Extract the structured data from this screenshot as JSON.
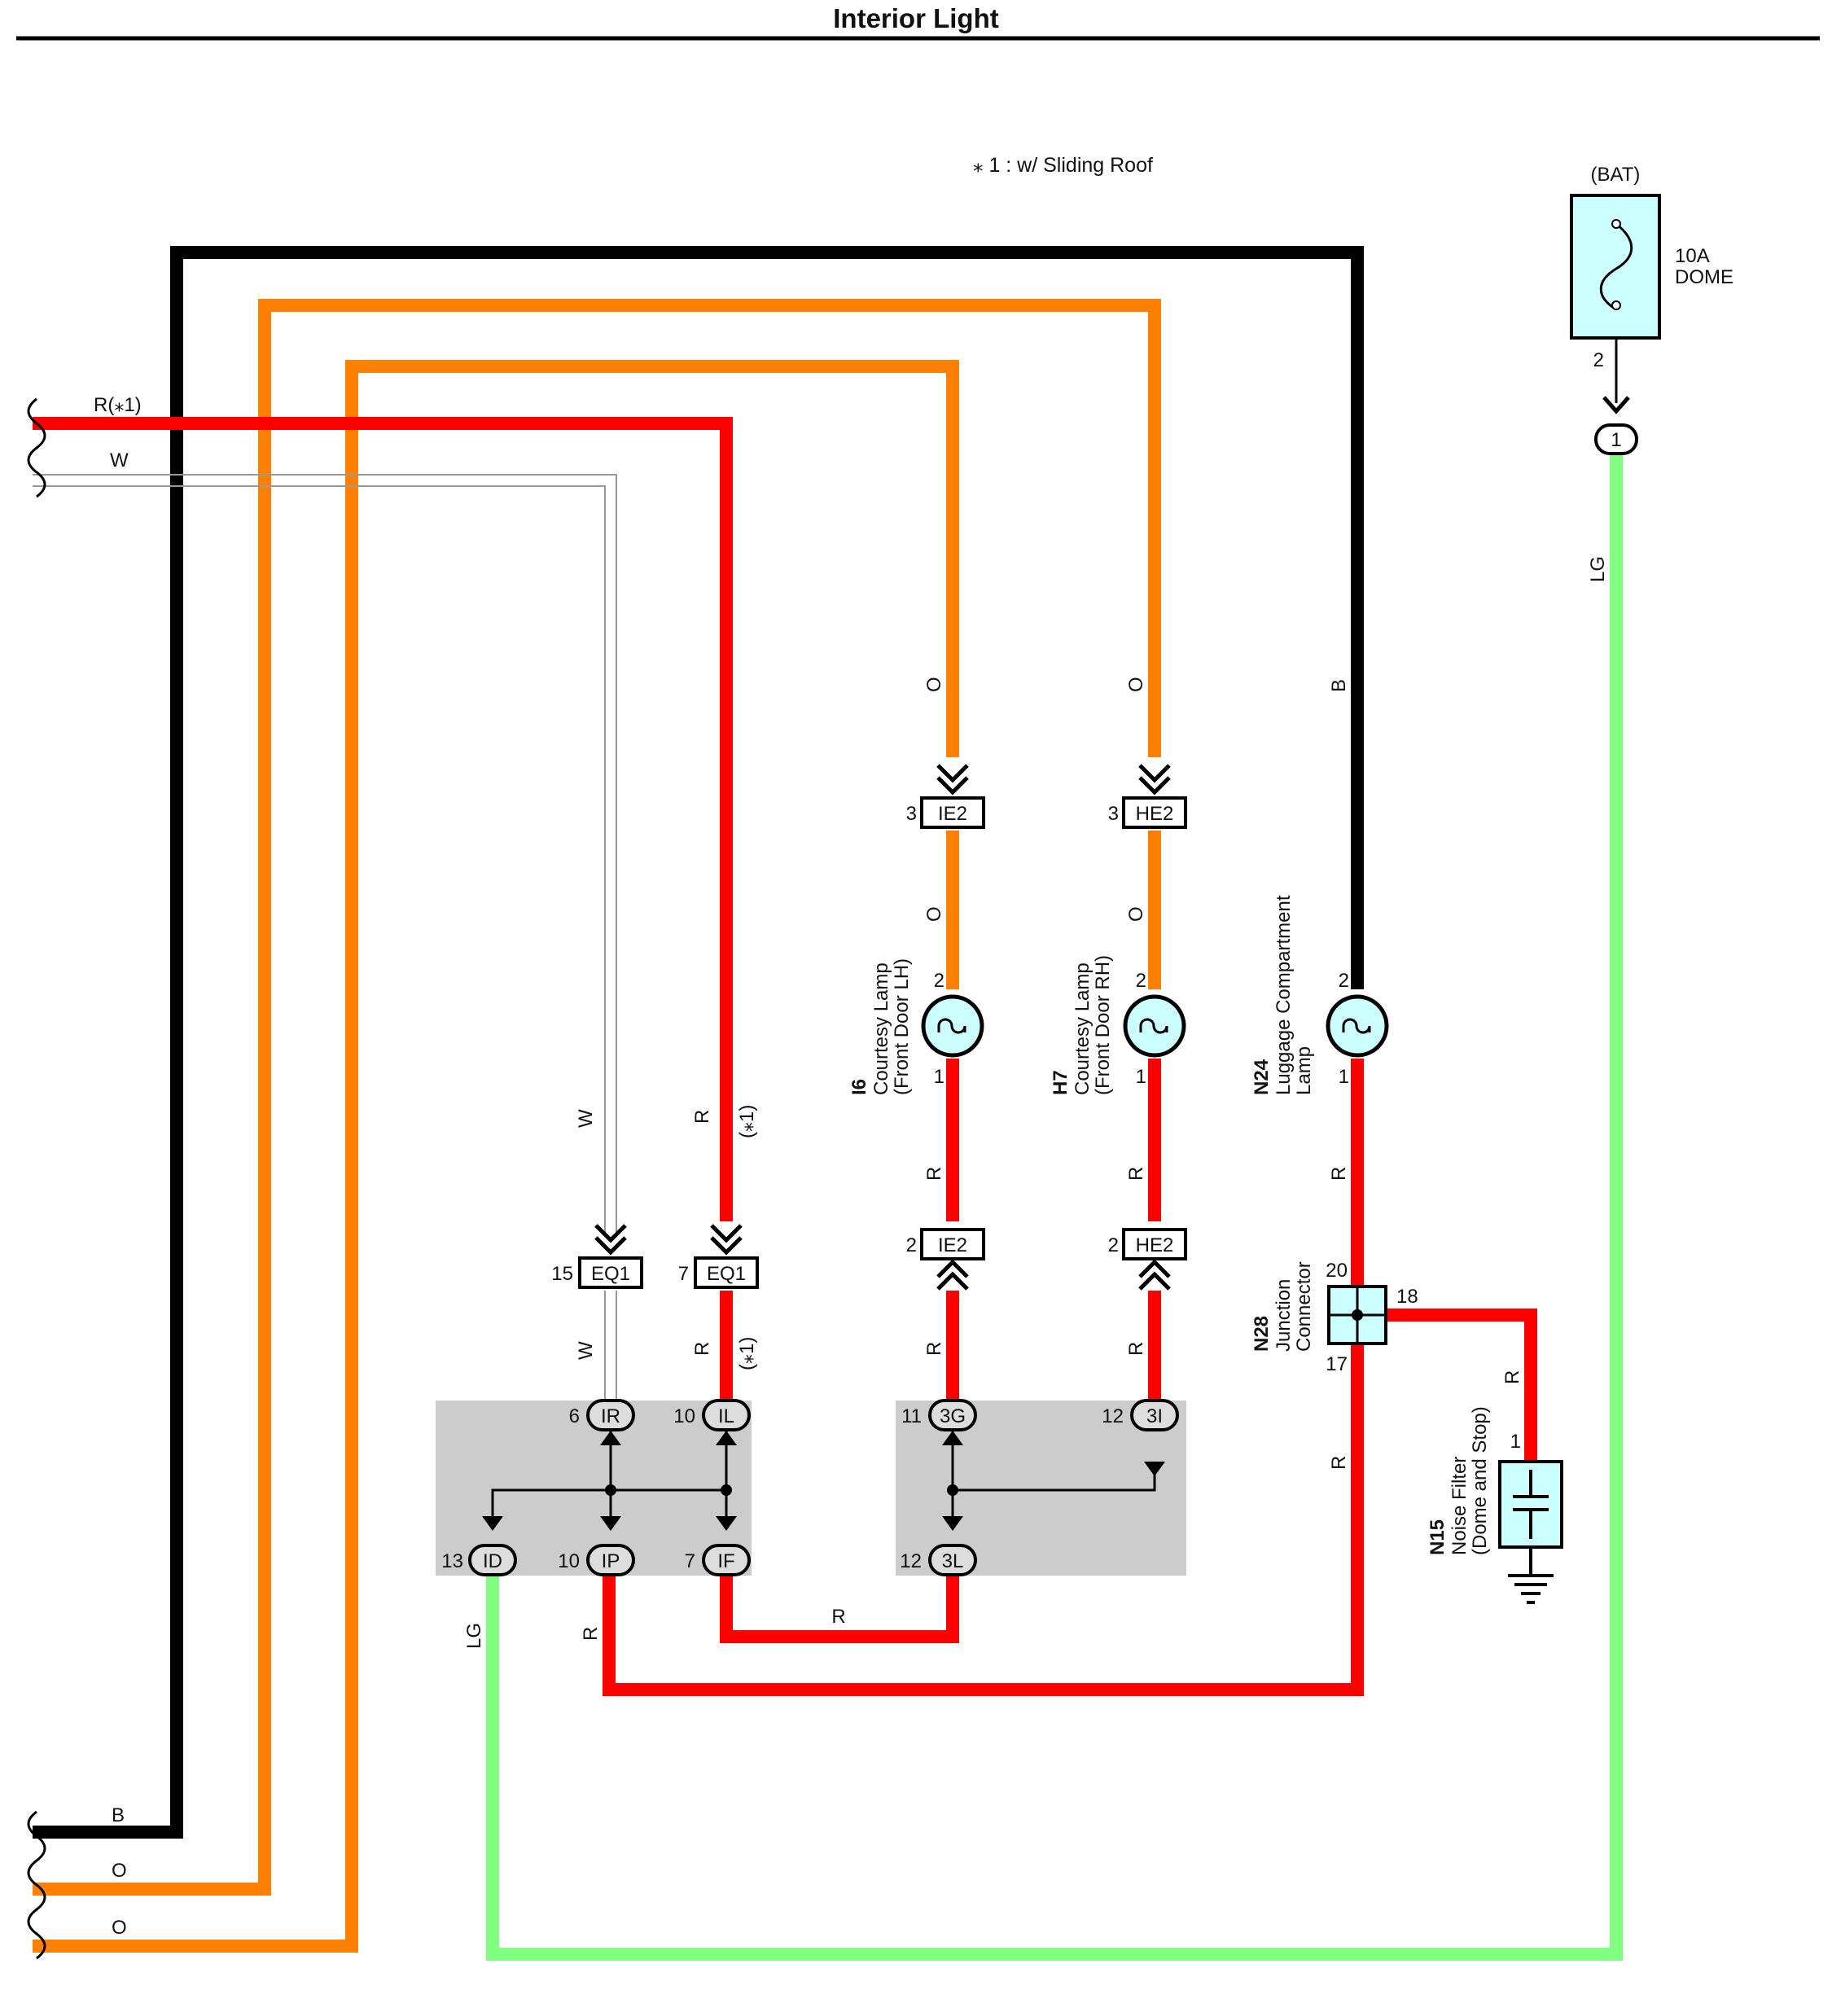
{
  "title": "Interior Light",
  "note": "⁎ 1 : w/ Sliding Roof",
  "colors": {
    "B": "#000000",
    "O": "#ff8000",
    "R": "#ff0000",
    "W": "#a8a8a8",
    "LG": "#80ff80",
    "component_fill": "#ccffff",
    "junction_block": "#cccccc"
  },
  "fuse": {
    "source": "(BAT)",
    "rating": "10A",
    "name": "DOME",
    "pin": "2",
    "connector_pin": "1"
  },
  "wire_labels": {
    "left_r": "R(⁎1)",
    "left_w": "W",
    "left_b": "B",
    "left_o1": "O",
    "left_o2": "O",
    "o_ie2_top": "O",
    "o_he2_top": "O",
    "b_top": "B",
    "o_ie2_mid": "O",
    "o_he2_mid": "O",
    "lg_right": "LG",
    "w_mid": "W",
    "r_mid": "R",
    "r_mid_note": "(⁎1)",
    "r_i6": "R",
    "r_h7": "R",
    "r_n24": "R",
    "w_low": "W",
    "r_low": "R",
    "r_low_note": "(⁎1)",
    "r_i6_low": "R",
    "r_h7_low": "R",
    "r_n28": "R",
    "r_n15": "R",
    "lg_bottom": "LG",
    "r_bottom": "R",
    "r_bottom2": "R"
  },
  "connectors": [
    {
      "id": "ie2_top",
      "pin": "3",
      "name": "IE2"
    },
    {
      "id": "he2_top",
      "pin": "3",
      "name": "HE2"
    },
    {
      "id": "eq1_w",
      "pin": "15",
      "name": "EQ1"
    },
    {
      "id": "eq1_r",
      "pin": "7",
      "name": "EQ1"
    },
    {
      "id": "ie2_low",
      "pin": "2",
      "name": "IE2"
    },
    {
      "id": "he2_low",
      "pin": "2",
      "name": "HE2"
    }
  ],
  "junction_pins": [
    {
      "id": "ir",
      "pin": "6",
      "name": "IR"
    },
    {
      "id": "il",
      "pin": "10",
      "name": "IL"
    },
    {
      "id": "3g",
      "pin": "11",
      "name": "3G"
    },
    {
      "id": "3i",
      "pin": "12",
      "name": "3I"
    },
    {
      "id": "id",
      "pin": "13",
      "name": "ID"
    },
    {
      "id": "ip",
      "pin": "10",
      "name": "IP"
    },
    {
      "id": "if",
      "pin": "7",
      "name": "IF"
    },
    {
      "id": "3l",
      "pin": "12",
      "name": "3L"
    }
  ],
  "components": {
    "i6": {
      "id": "I6",
      "name_line1": "Courtesy Lamp",
      "name_line2": "(Front Door LH)",
      "pin_top": "2",
      "pin_bottom": "1"
    },
    "h7": {
      "id": "H7",
      "name_line1": "Courtesy Lamp",
      "name_line2": "(Front Door RH)",
      "pin_top": "2",
      "pin_bottom": "1"
    },
    "n24": {
      "id": "N24",
      "name_line1": "Luggage Compartment",
      "name_line2": "Lamp",
      "pin_top": "2",
      "pin_bottom": "1"
    },
    "n28": {
      "id": "N28",
      "name_line1": "Junction",
      "name_line2": "Connector",
      "pin_top": "20",
      "pin_right": "18",
      "pin_bottom": "17"
    },
    "n15": {
      "id": "N15",
      "name_line1": "Noise Filter",
      "name_line2": "(Dome and Stop)",
      "pin_top": "1"
    }
  }
}
